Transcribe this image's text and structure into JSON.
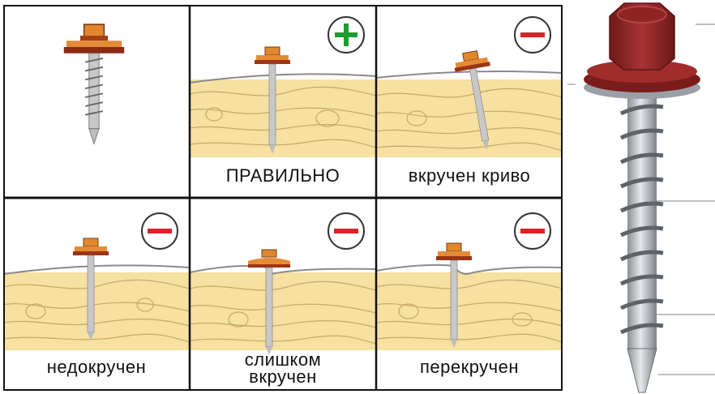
{
  "panels": [
    {
      "id": "plain",
      "label": "",
      "sign": "none",
      "state": "plain"
    },
    {
      "id": "correct",
      "label": "ПРАВИЛЬНО",
      "sign": "plus",
      "state": "correct"
    },
    {
      "id": "crooked",
      "label": "вкручен криво",
      "sign": "minus",
      "state": "crooked"
    },
    {
      "id": "under",
      "label": "недокручен",
      "sign": "minus",
      "state": "under"
    },
    {
      "id": "over-deep",
      "label_line1": "слишком",
      "label_line2": "вкручен",
      "sign": "minus",
      "state": "deep"
    },
    {
      "id": "overtight",
      "label": "перекручен",
      "sign": "minus",
      "state": "over"
    }
  ],
  "colors": {
    "wood": "#f6e0a2",
    "wood_grain": "#c7a766",
    "washer_top": "#d9772b",
    "washer_rubber": "#9b3516",
    "plus": "#1f9b2f",
    "minus": "#d8232a",
    "big_head": "#8e2424",
    "metal": "#b9bcc0"
  },
  "icons": [
    "plus-icon",
    "minus-icon",
    "screw-icon",
    "wood-board-icon",
    "roof-sheet-icon"
  ]
}
